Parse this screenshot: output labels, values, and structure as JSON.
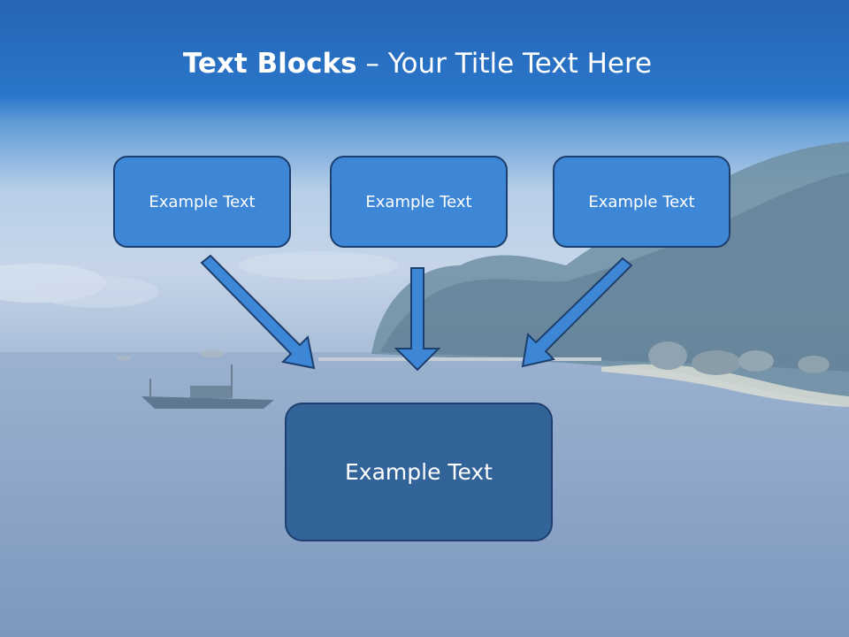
{
  "slide": {
    "title_bold": "Text Blocks",
    "title_dash": "–",
    "title_rest": "Your Title Text Here"
  },
  "blocks": {
    "top": [
      {
        "label": "Example Text"
      },
      {
        "label": "Example Text"
      },
      {
        "label": "Example Text"
      }
    ],
    "bottom": {
      "label": "Example Text"
    }
  },
  "colors": {
    "header_blue": "#2a74c6",
    "top_box_fill": "#3d87d6",
    "bottom_box_fill": "#326399",
    "box_border": "#1d3f6e",
    "arrow_fill": "#3d87d6",
    "text": "#ffffff"
  },
  "background": {
    "scene": "tropical-beach-with-boat-photo"
  }
}
